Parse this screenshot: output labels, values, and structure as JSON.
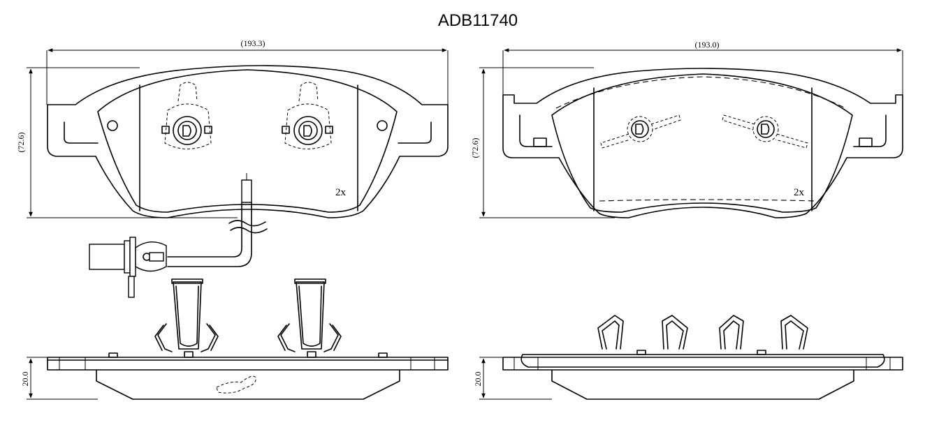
{
  "title": "ADB11740",
  "pad_inner": {
    "width_label": "(193.3)",
    "height_label": "(72.6)",
    "quantity_label": "2x",
    "thickness_label": "20.0"
  },
  "pad_outer": {
    "width_label": "(193.0)",
    "height_label": "(72.6)",
    "quantity_label": "2x",
    "thickness_label": "20.0"
  },
  "icons": {
    "wear_sensor": "wear-sensor-icon",
    "spring_clip": "spring-clip-icon"
  }
}
